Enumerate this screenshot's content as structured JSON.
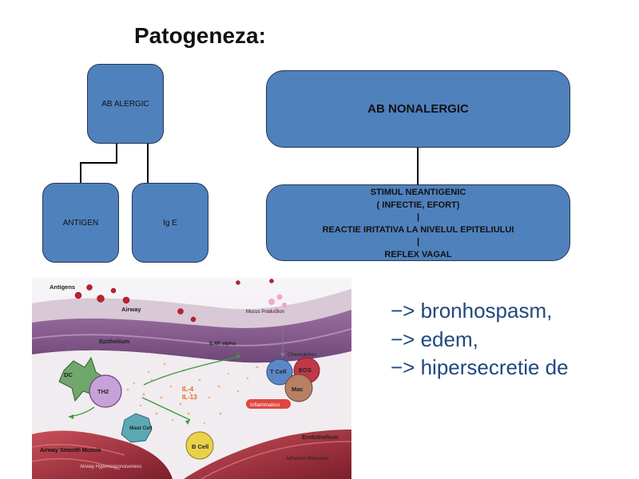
{
  "title": "Patogeneza:",
  "diagram": {
    "ab_alergic": "AB ALERGIC",
    "antigen": "ANTIGEN",
    "ige": "Ig E",
    "ab_nonalergic": "AB NONALERGIC",
    "stimulus_lines": [
      "STIMUL NEANTIGENIC",
      "( INFECTIE, EFORT)",
      "|",
      "REACTIE IRITATIVA LA NIVELUL EPITELIULUI",
      "|",
      "REFLEX VAGAL"
    ],
    "box_color": "#4f81bd"
  },
  "illustration": {
    "labels": {
      "antigens": "Antigens",
      "airway": "Airway",
      "mucus_production": "Mucus Production",
      "epithelium": "Epithelium",
      "il4r_alpha": "IL4R alpha",
      "chemokines": "Chemokines",
      "dc": "DC",
      "th2": "TH2",
      "il4": "IL-4",
      "il13": "IL-13",
      "t_cell": "T Cell",
      "eos": "EOS",
      "mac": "Mac",
      "inflammation": "Inflammation",
      "mast_cell": "Mast Cell",
      "b_cell": "B Cell",
      "endothelium": "Endothelium",
      "airway_smooth_muscle": "Airway Smooth Muscle",
      "airway_hyperresponsiveness": "Airway Hyperresponsiveness",
      "adhesion_molecules": "Adhesion Molecules"
    }
  },
  "bullets": [
    "−> bronhospasm,",
    "−> edem,",
    "−> hipersecretie de"
  ]
}
